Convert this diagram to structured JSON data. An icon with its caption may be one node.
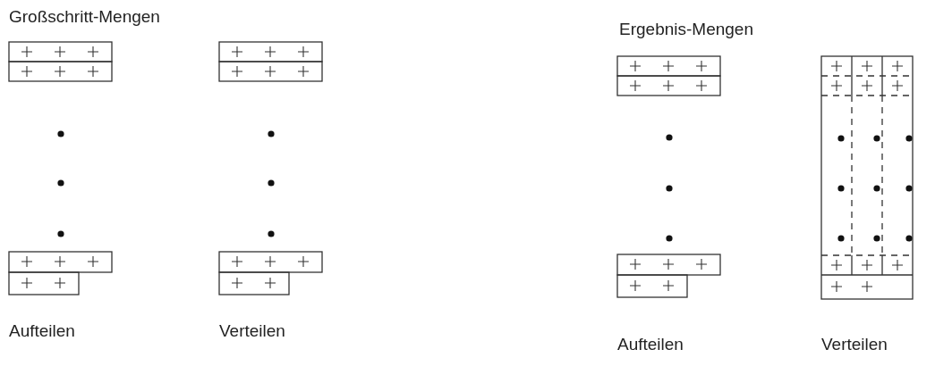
{
  "diagram": {
    "labels": [
      "Großschritt-Mengen",
      "Ergebnis-Mengen",
      "Aufteilen",
      "Verteilen",
      "Aufteilen",
      "Verteilen"
    ]
  }
}
